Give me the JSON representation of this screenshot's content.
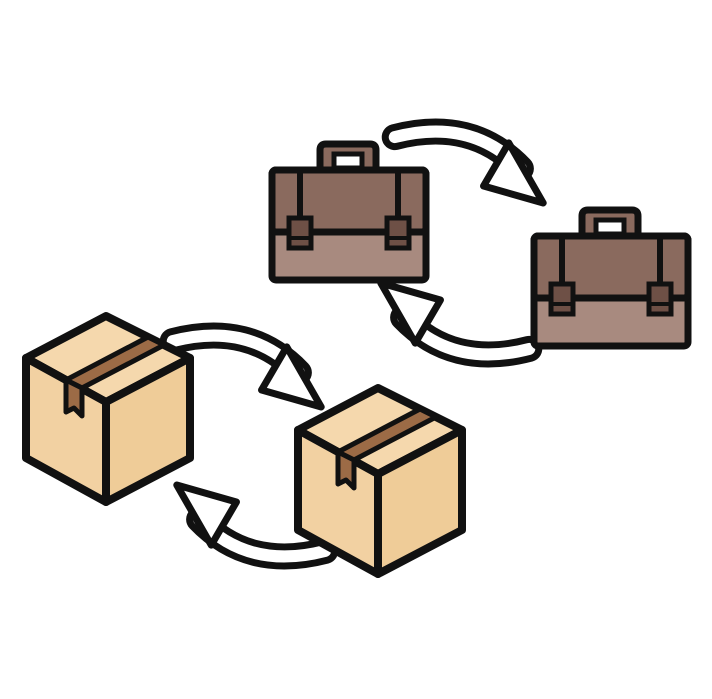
{
  "illustration": {
    "items": [
      {
        "kind": "briefcase",
        "icon": "briefcase-icon"
      },
      {
        "kind": "briefcase",
        "icon": "briefcase-icon"
      },
      {
        "kind": "cardboard-box",
        "icon": "box-icon"
      },
      {
        "kind": "cardboard-box",
        "icon": "box-icon"
      }
    ],
    "arrows": [
      {
        "icon": "curved-arrow-right-icon"
      },
      {
        "icon": "curved-arrow-left-icon"
      },
      {
        "icon": "curved-arrow-right-icon"
      },
      {
        "icon": "curved-arrow-left-icon"
      }
    ],
    "colors": {
      "outline": "#111111",
      "briefcase_top": "#8a6a5e",
      "briefcase_bottom": "#a88a7f",
      "briefcase_dark": "#6e5046",
      "box_front": "#f2d1a2",
      "box_top": "#f5d8ad",
      "box_tape": "#9c6b46",
      "arrow_fill": "#ffffff"
    }
  }
}
